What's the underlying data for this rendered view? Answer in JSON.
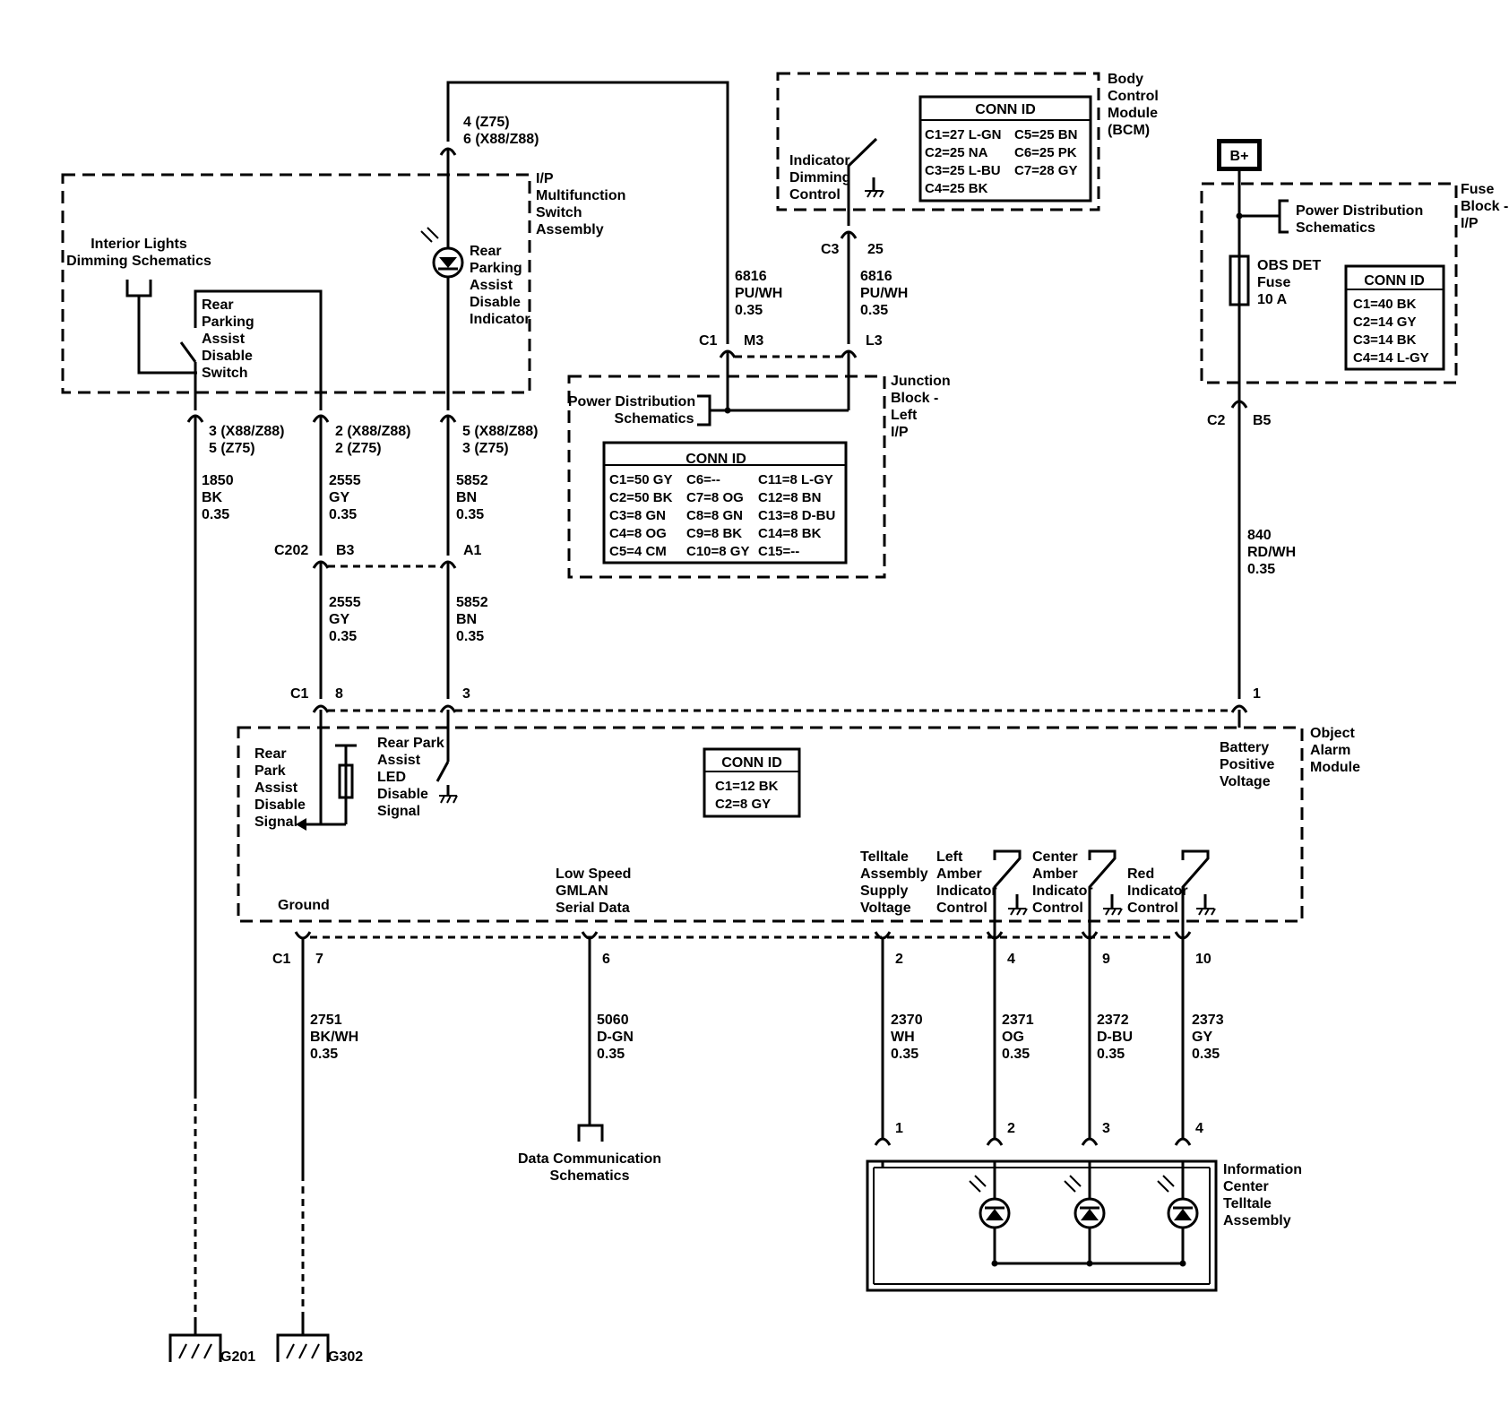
{
  "bcm": {
    "name": [
      "Body",
      "Control",
      "Module",
      "(BCM)"
    ],
    "conn_title": "CONN ID",
    "conn_rows": [
      [
        "C1=27 L-GN",
        "C5=25 BN"
      ],
      [
        "C2=25 NA",
        "C6=25 PK"
      ],
      [
        "C3=25 L-BU",
        "C7=28 GY"
      ],
      [
        "C4=25 BK",
        ""
      ]
    ],
    "dimming_label": [
      "Indicator",
      "Dimming",
      "Control"
    ],
    "conn_c3": "C3",
    "pin_25": "25"
  },
  "multifunction": {
    "name": [
      "I/P",
      "Multifunction",
      "Switch",
      "Assembly"
    ],
    "interior_ref": [
      "Interior Lights",
      "Dimming Schematics"
    ],
    "switch_label": [
      "Rear",
      "Parking",
      "Assist",
      "Disable",
      "Switch"
    ],
    "indicator_label": [
      "Rear",
      "Parking",
      "Assist",
      "Disable",
      "Indicator"
    ],
    "top_pins": [
      "4 (Z75)",
      "6 (X88/Z88)"
    ],
    "pin_a": [
      "3 (X88/Z88)",
      "5 (Z75)"
    ],
    "pin_b": [
      "2 (X88/Z88)",
      "2 (Z75)"
    ],
    "pin_c": [
      "5 (X88/Z88)",
      "3 (Z75)"
    ]
  },
  "wires": {
    "w1850": [
      "1850",
      "BK",
      "0.35"
    ],
    "w2555a": [
      "2555",
      "GY",
      "0.35"
    ],
    "w5852a": [
      "5852",
      "BN",
      "0.35"
    ],
    "w2555b": [
      "2555",
      "GY",
      "0.35"
    ],
    "w5852b": [
      "5852",
      "BN",
      "0.35"
    ],
    "w6816a": [
      "6816",
      "PU/WH",
      "0.35"
    ],
    "w6816b": [
      "6816",
      "PU/WH",
      "0.35"
    ],
    "w840": [
      "840",
      "RD/WH",
      "0.35"
    ],
    "w2751": [
      "2751",
      "BK/WH",
      "0.35"
    ],
    "w5060": [
      "5060",
      "D-GN",
      "0.35"
    ],
    "w2370": [
      "2370",
      "WH",
      "0.35"
    ],
    "w2371": [
      "2371",
      "OG",
      "0.35"
    ],
    "w2372": [
      "2372",
      "D-BU",
      "0.35"
    ],
    "w2373": [
      "2373",
      "GY",
      "0.35"
    ]
  },
  "junction": {
    "name": [
      "Junction",
      "Block -",
      "Left",
      "I/P"
    ],
    "pds": [
      "Power Distribution",
      "Schematics"
    ],
    "conn_title": "CONN ID",
    "conn_rows": [
      [
        "C1=50 GY",
        "C6=--",
        "C11=8 L-GY"
      ],
      [
        "C2=50 BK",
        "C7=8 OG",
        "C12=8 BN"
      ],
      [
        "C3=8 GN",
        "C8=8 GN",
        "C13=8 D-BU"
      ],
      [
        "C4=8 OG",
        "C9=8 BK",
        "C14=8 BK"
      ],
      [
        "C5=4 CM",
        "C10=8 GY",
        "C15=--"
      ]
    ],
    "c1": "C1",
    "m3": "M3",
    "l3": "L3"
  },
  "fuse_block": {
    "battery": "B+",
    "name": [
      "Fuse",
      "Block -",
      "I/P"
    ],
    "pds": [
      "Power Distribution",
      "Schematics"
    ],
    "fuse": [
      "OBS DET",
      "Fuse",
      "10 A"
    ],
    "conn_title": "CONN ID",
    "conn_rows": [
      "C1=40 BK",
      "C2=14 GY",
      "C3=14 BK",
      "C4=14 L-GY"
    ],
    "c2": "C2",
    "b5": "B5"
  },
  "c202": {
    "label": "C202",
    "b3": "B3",
    "a1": "A1"
  },
  "oam": {
    "name": [
      "Object",
      "Alarm",
      "Module"
    ],
    "conn_title": "CONN ID",
    "conn_rows": [
      "C1=12 BK",
      "C2=8 GY"
    ],
    "c1": "C1",
    "pin8": "8",
    "pin3": "3",
    "pin1": "1",
    "battery_label": [
      "Battery",
      "Positive",
      "Voltage"
    ],
    "disable_signal": [
      "Rear",
      "Park",
      "Assist",
      "Disable",
      "Signal"
    ],
    "led_signal": [
      "Rear Park",
      "Assist",
      "LED",
      "Disable",
      "Signal"
    ],
    "ground": "Ground",
    "gmlan": [
      "Low Speed",
      "GMLAN",
      "Serial Data"
    ],
    "telltale_supply": [
      "Telltale",
      "Assembly",
      "Supply",
      "Voltage"
    ],
    "left_amber": [
      "Left",
      "Amber",
      "Indicator",
      "Control"
    ],
    "center_amber": [
      "Center",
      "Amber",
      "Indicator",
      "Control"
    ],
    "red": [
      "Red",
      "Indicator",
      "Control"
    ],
    "bc1": "C1",
    "bp7": "7",
    "bp6": "6",
    "bp2": "2",
    "bp4": "4",
    "bp9": "9",
    "bp10": "10"
  },
  "telltale": {
    "name": [
      "Information",
      "Center",
      "Telltale",
      "Assembly"
    ],
    "pins": [
      "1",
      "2",
      "3",
      "4"
    ]
  },
  "data_comm": [
    "Data Communication",
    "Schematics"
  ],
  "grounds": {
    "g201": "G201",
    "g302": "G302"
  }
}
